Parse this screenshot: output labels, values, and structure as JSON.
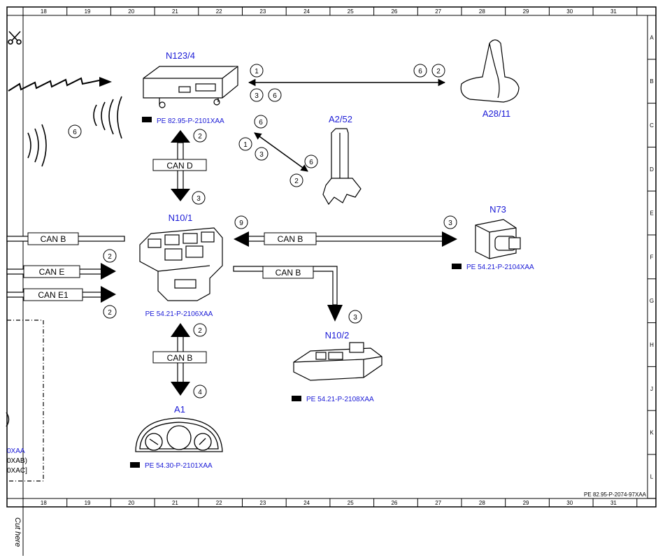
{
  "top_ruler": [
    "18",
    "19",
    "20",
    "21",
    "22",
    "23",
    "24",
    "25",
    "26",
    "27",
    "28",
    "29",
    "30",
    "31"
  ],
  "bottom_ruler": [
    "18",
    "19",
    "20",
    "21",
    "22",
    "23",
    "24",
    "25",
    "26",
    "27",
    "28",
    "29",
    "30",
    "31"
  ],
  "row_letters": [
    "A",
    "B",
    "C",
    "D",
    "E",
    "F",
    "G",
    "H",
    "J",
    "K",
    "L"
  ],
  "components": {
    "n123_4": {
      "label": "N123/4",
      "ref": "PE 82.95-P-2101XAA"
    },
    "a28_11": {
      "label": "A28/11"
    },
    "a2_52": {
      "label": "A2/52"
    },
    "n10_1": {
      "label": "N10/1",
      "ref": "PE 54.21-P-2106XAA"
    },
    "n73": {
      "label": "N73",
      "ref": "PE 54.21-P-2104XAA"
    },
    "n10_2": {
      "label": "N10/2",
      "ref": "PE 54.21-P-2108XAA"
    },
    "a1": {
      "label": "A1",
      "ref": "PE 54.30-P-2101XAA"
    }
  },
  "buses": {
    "can_d": "CAN D",
    "can_b_left": "CAN B",
    "can_e": "CAN E",
    "can_e1": "CAN E1",
    "can_b_right": "CAN B",
    "can_b_down": "CAN B",
    "can_b_bottom": "CAN B"
  },
  "markers": {
    "n123_a28_left_top": "1",
    "n123_a28_left_b1": "3",
    "n123_a28_left_b2": "6",
    "n123_a28_right_1": "6",
    "n123_a28_right_2": "2",
    "a252_top": "6",
    "a252_left1": "1",
    "a252_left2": "3",
    "a252_right": "6",
    "a252_bottom": "2",
    "wireless": "6",
    "cand_up": "2",
    "cand_down": "3",
    "n101_left": "9",
    "n73_in": "3",
    "cane_in": "2",
    "cane1_in": "2",
    "n102_in": "3",
    "canb_up": "2",
    "canb_down": "4"
  },
  "left_partial_refs": [
    "0XAA",
    "0XAB)",
    "0XAC]"
  ],
  "footer_ref": "PE 82.95-P-2074-97XAA",
  "cut_here": "Cut here",
  "colors": {
    "label_blue": "#1a1ad6",
    "line": "#000000"
  }
}
